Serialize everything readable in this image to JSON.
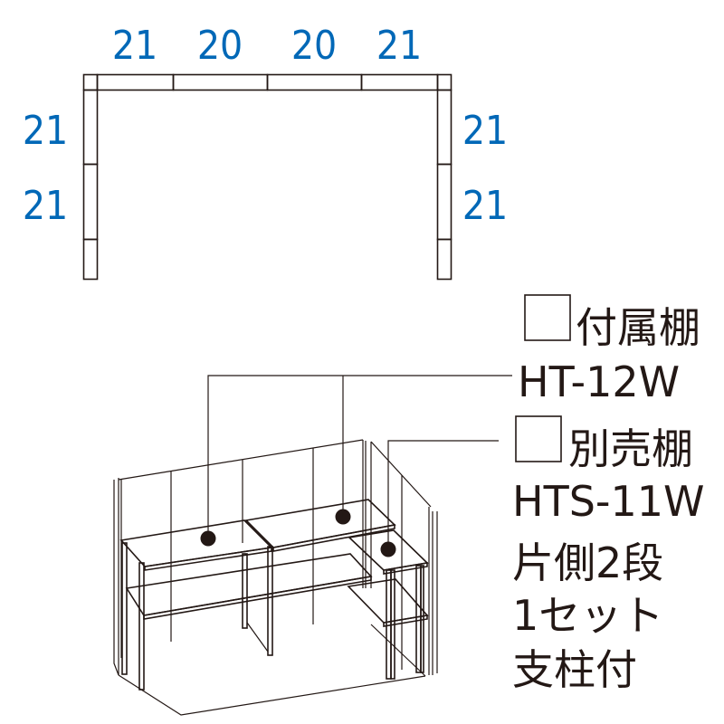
{
  "colors": {
    "included_shelf": "#a0d8f2",
    "sold_separately_shelf": "#f3b4ce",
    "dimension_text": "#0068b7",
    "label_text": "#231815",
    "outline": "#231815"
  },
  "plan": {
    "top_dimensions": [
      "21",
      "20",
      "20",
      "21"
    ],
    "left_dimensions": [
      "21",
      "21"
    ],
    "right_dimensions": [
      "21",
      "21"
    ],
    "top_segments": [
      "corner",
      "sold_separately",
      "included",
      "included",
      "sold_separately",
      "corner"
    ],
    "left_segments": [
      "sold_separately",
      "sold_separately",
      "empty"
    ],
    "right_segments": [
      "sold_separately",
      "sold_separately",
      "empty"
    ]
  },
  "legend": {
    "included": {
      "label": "付属棚",
      "model": "HT-12W"
    },
    "sold_separately": {
      "label": "別売棚",
      "model": "HTS-11W",
      "details": [
        "片側2段",
        "1セット",
        "支柱付"
      ]
    }
  }
}
